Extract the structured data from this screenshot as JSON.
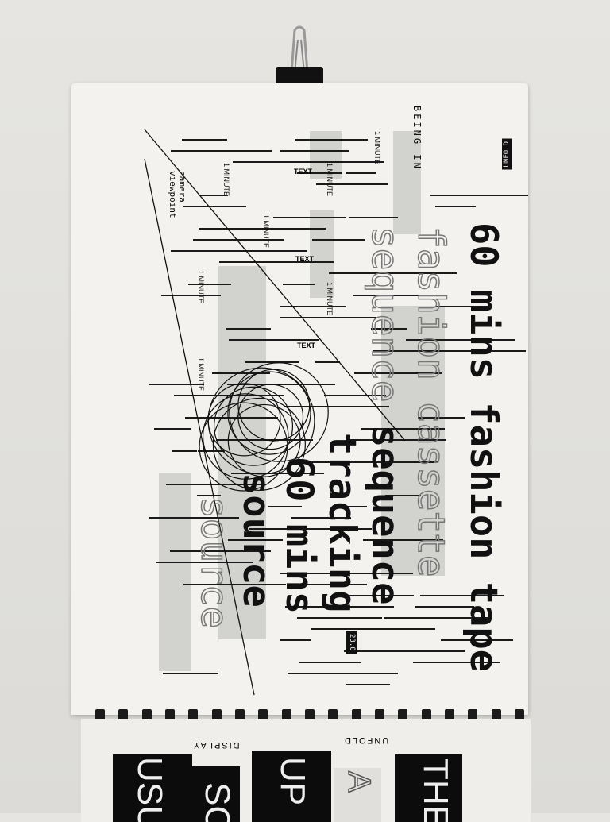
{
  "poster": {
    "unfold_tag": "UNFOLD",
    "being_in": "BEING IN",
    "camera_viewpoint": "camera viewpoint",
    "text_labels": [
      "TEXT",
      "TEXT",
      "TEXT"
    ],
    "minute_labels": [
      "1 MINUTE",
      "1 MINUTE",
      "1 MINUTE",
      "1 MINUTE",
      "1 MINUTE",
      "1 MINUTE",
      "1 MINUTE"
    ],
    "big_lines": [
      "60 mins fashion tape",
      "sequence",
      "tracking",
      "60 mins",
      "source"
    ],
    "ghost_lines": [
      "fashion",
      "cassette",
      "sequence",
      "source"
    ],
    "timecode": "23.0"
  },
  "lower_page": {
    "unfold": "UNFOLD",
    "display": "DISPLAY",
    "block_words": [
      "USU",
      "SC",
      "UP",
      "THE",
      "A"
    ]
  },
  "colors": {
    "wall": "#e2e1dd",
    "paper": "#f3f2ef",
    "ink": "#111111"
  }
}
